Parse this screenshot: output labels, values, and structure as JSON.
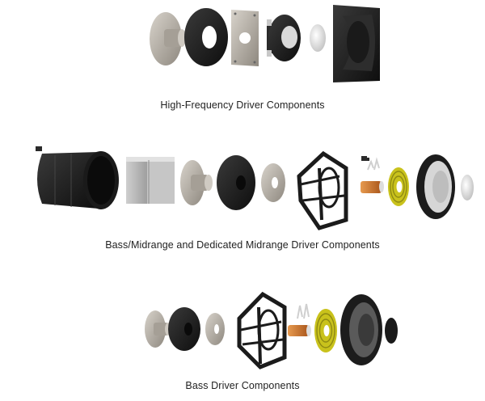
{
  "sections": [
    {
      "caption": "High-Frequency Driver Components"
    },
    {
      "caption": "Bass/Midrange and Dedicated Midrange Driver Components"
    },
    {
      "caption": "Bass Driver Components"
    }
  ],
  "colors": {
    "metal": "#b9b3aa",
    "dark_part": "#1b1b1b",
    "copper": "#d07a2e",
    "yellow_spider": "#c9c21c",
    "dome": "#dcdcdc"
  }
}
